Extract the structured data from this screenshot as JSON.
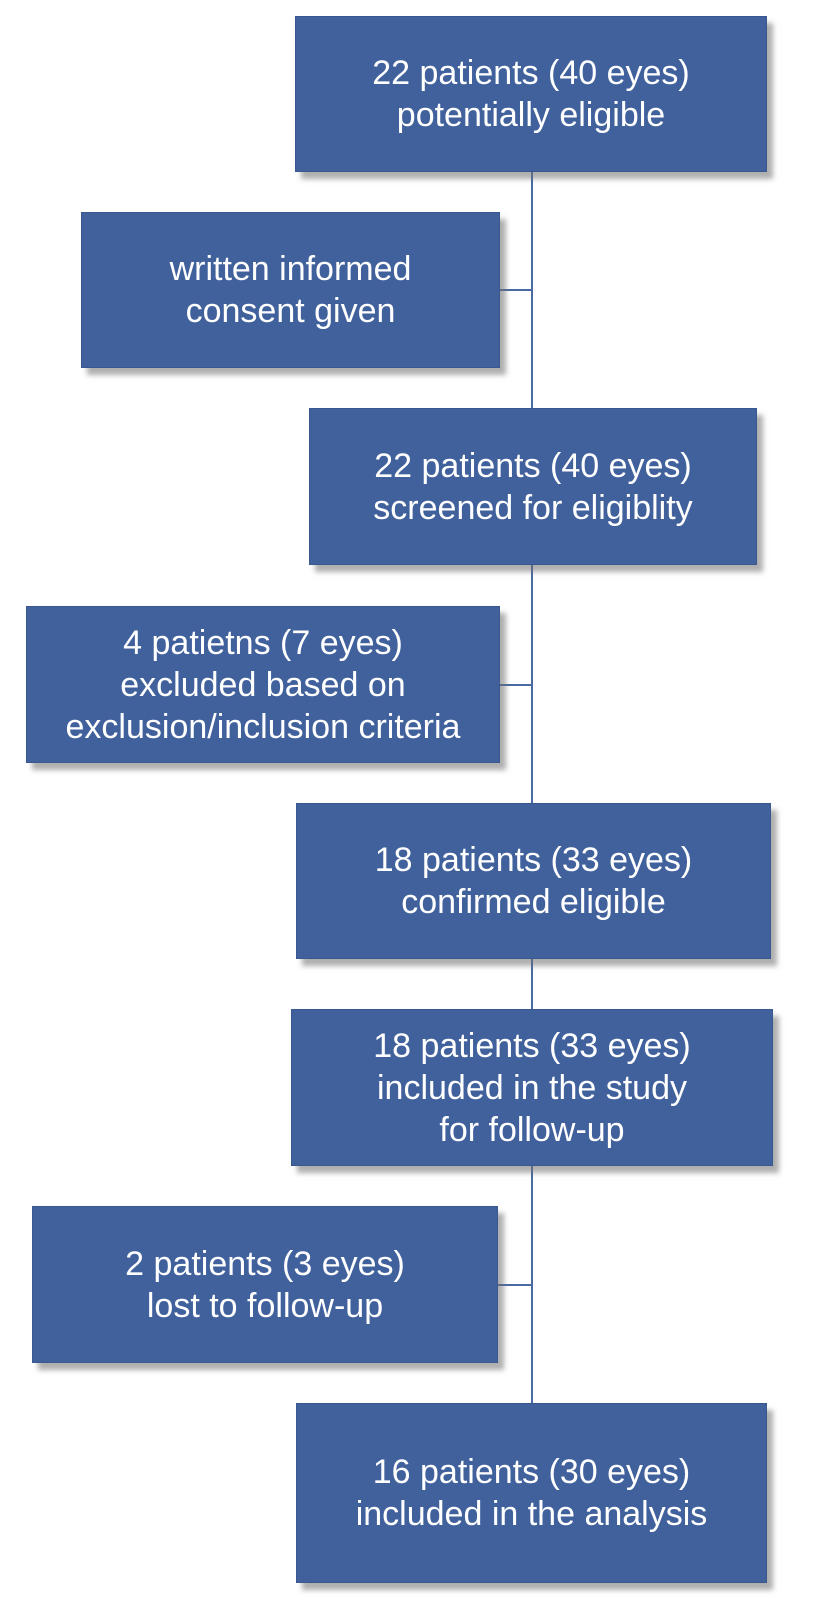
{
  "colors": {
    "box_fill": "#41619d",
    "box_text": "#ffffff",
    "connector": "#4a6aa3",
    "background": "#ffffff"
  },
  "boxes": [
    {
      "id": "potentially-eligible",
      "lines": [
        "22 patients (40 eyes)",
        "potentially eligible"
      ]
    },
    {
      "id": "consent-given",
      "lines": [
        "written informed",
        "consent given"
      ]
    },
    {
      "id": "screened",
      "lines": [
        "22 patients (40 eyes)",
        "screened for eligiblity"
      ]
    },
    {
      "id": "excluded",
      "lines": [
        "4 patietns (7 eyes)",
        "excluded based on",
        "exclusion/inclusion criteria"
      ]
    },
    {
      "id": "confirmed-eligible",
      "lines": [
        "18 patients (33 eyes)",
        "confirmed eligible"
      ]
    },
    {
      "id": "included-study",
      "lines": [
        "18 patients (33 eyes)",
        "included in the study",
        "for follow-up"
      ]
    },
    {
      "id": "lost-follow-up",
      "lines": [
        "2 patients (3 eyes)",
        "lost to follow-up"
      ]
    },
    {
      "id": "included-analysis",
      "lines": [
        "16 patients (30 eyes)",
        "included in the analysis"
      ]
    }
  ]
}
